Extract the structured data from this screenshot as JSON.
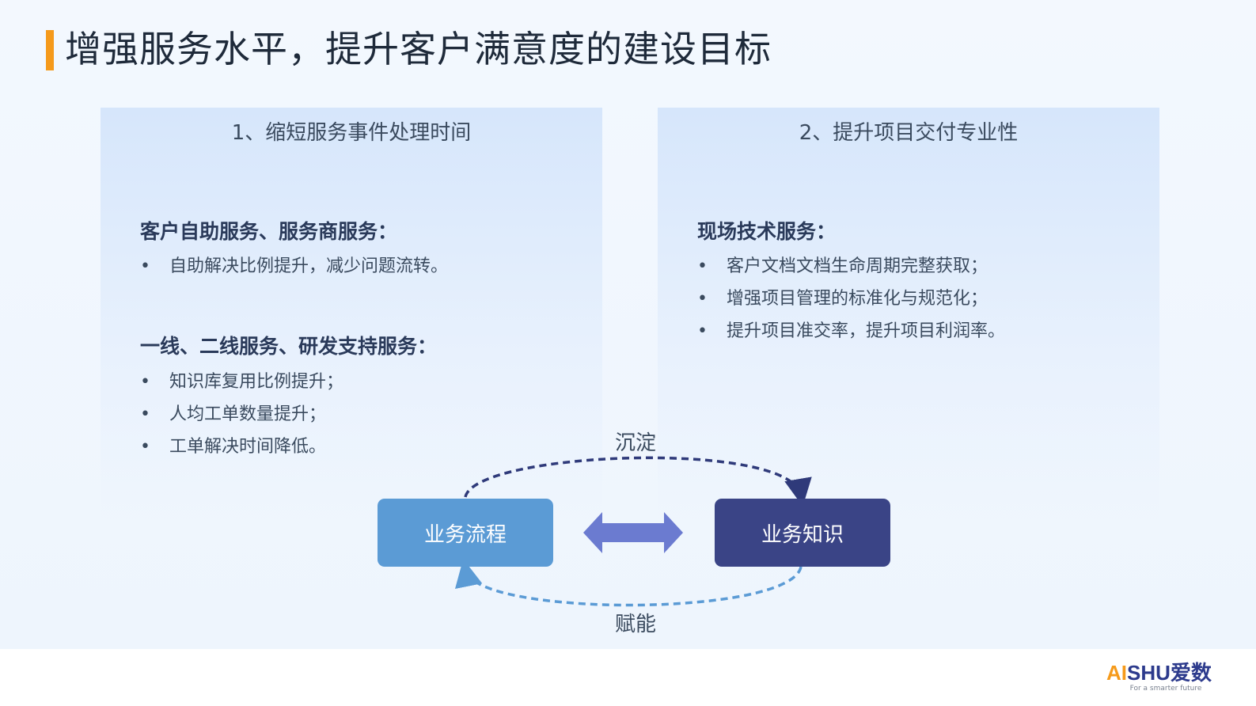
{
  "title": "增强服务水平，提升客户满意度的建设目标",
  "left_panel": {
    "header": "1、缩短服务事件处理时间",
    "sections": [
      {
        "title": "客户自助服务、服务商服务：",
        "bullets": [
          "自助解决比例提升，减少问题流转。"
        ]
      },
      {
        "title": "一线、二线服务、研发支持服务：",
        "bullets": [
          "知识库复用比例提升；",
          "人均工单数量提升；",
          "工单解决时间降低。"
        ]
      }
    ]
  },
  "right_panel": {
    "header": "2、提升项目交付专业性",
    "sections": [
      {
        "title": "现场技术服务：",
        "bullets": [
          "客户文档文档生命周期完整获取；",
          "增强项目管理的标准化与规范化；",
          "提升项目准交率，提升项目利润率。"
        ]
      }
    ]
  },
  "flow": {
    "box_left": "业务流程",
    "box_right": "业务知识",
    "label_top": "沉淀",
    "label_bottom": "赋能"
  },
  "logo": {
    "ai": "AI",
    "rest": "SHU爱数",
    "tagline": "For a smarter future"
  },
  "colors": {
    "accent": "#f59a1b",
    "box_left": "#5b9bd5",
    "box_right": "#3a4486",
    "arrow": "#6b7bd0"
  }
}
